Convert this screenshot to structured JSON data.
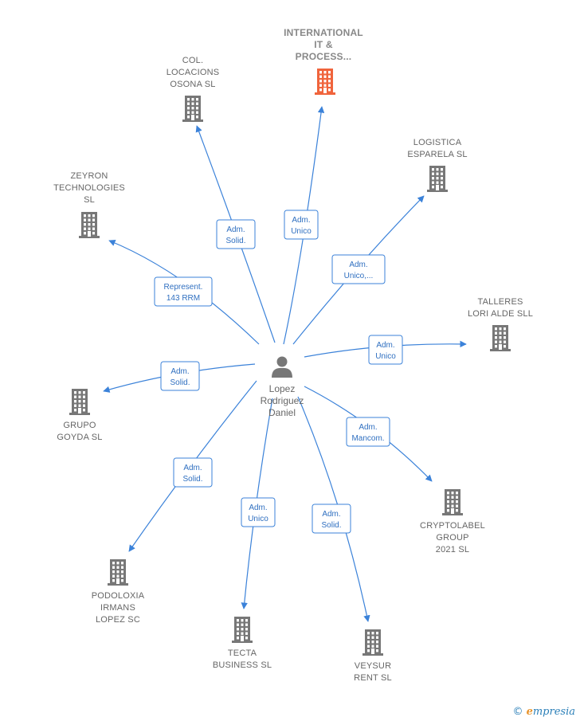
{
  "center": {
    "name_lines": [
      "Lopez",
      "Rodriguez",
      "Daniel"
    ]
  },
  "companies": [
    {
      "id": "international",
      "lines": [
        "INTERNATIONAL",
        "IT &",
        "PROCESS..."
      ],
      "highlight": true,
      "color": "#f0643c"
    },
    {
      "id": "col-locacions",
      "lines": [
        "COL.",
        "LOCACIONS",
        "OSONA  SL"
      ],
      "highlight": false,
      "color": "#777777"
    },
    {
      "id": "logistica",
      "lines": [
        "LOGISTICA",
        "ESPARELA  SL"
      ],
      "highlight": false,
      "color": "#777777"
    },
    {
      "id": "zeyron",
      "lines": [
        "ZEYRON",
        "TECHNOLOGIES",
        "SL"
      ],
      "highlight": false,
      "color": "#777777"
    },
    {
      "id": "talleres",
      "lines": [
        "TALLERES",
        "LORI ALDE SLL"
      ],
      "highlight": false,
      "color": "#777777"
    },
    {
      "id": "grupo-goyda",
      "lines": [
        "GRUPO",
        "GOYDA  SL"
      ],
      "highlight": false,
      "color": "#777777"
    },
    {
      "id": "cryptolabel",
      "lines": [
        "CRYPTOLABEL",
        "GROUP",
        "2021  SL"
      ],
      "highlight": false,
      "color": "#777777"
    },
    {
      "id": "podoloxia",
      "lines": [
        "PODOLOXIA",
        "IRMANS",
        "LOPEZ SC"
      ],
      "highlight": false,
      "color": "#777777"
    },
    {
      "id": "tecta",
      "lines": [
        "TECTA",
        "BUSINESS  SL"
      ],
      "highlight": false,
      "color": "#777777"
    },
    {
      "id": "veysur",
      "lines": [
        "VEYSUR",
        "RENT  SL"
      ],
      "highlight": false,
      "color": "#777777"
    }
  ],
  "edges": [
    {
      "to": "international",
      "label_lines": [
        "Adm.",
        "Unico"
      ]
    },
    {
      "to": "col-locacions",
      "label_lines": [
        "Adm.",
        "Solid."
      ]
    },
    {
      "to": "logistica",
      "label_lines": [
        "Adm.",
        "Unico,..."
      ]
    },
    {
      "to": "zeyron",
      "label_lines": [
        "Represent.",
        "143 RRM"
      ]
    },
    {
      "to": "talleres",
      "label_lines": [
        "Adm.",
        "Unico"
      ]
    },
    {
      "to": "grupo-goyda",
      "label_lines": [
        "Adm.",
        "Solid."
      ]
    },
    {
      "to": "cryptolabel",
      "label_lines": [
        "Adm.",
        "Mancom."
      ]
    },
    {
      "to": "podoloxia",
      "label_lines": [
        "Adm.",
        "Solid."
      ]
    },
    {
      "to": "tecta",
      "label_lines": [
        "Adm.",
        "Unico"
      ]
    },
    {
      "to": "veysur",
      "label_lines": [
        "Adm.",
        "Solid."
      ]
    }
  ],
  "colors": {
    "edge": "#3b82d9",
    "person": "#777777"
  },
  "footer": {
    "symbol": "©",
    "brand_first": "e",
    "brand_rest": "mpresia"
  }
}
